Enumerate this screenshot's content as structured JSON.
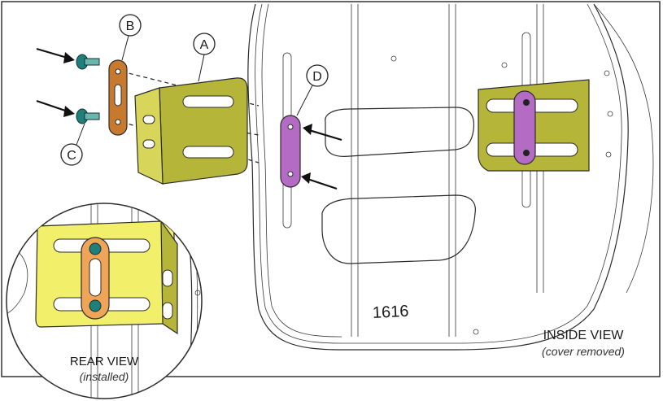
{
  "callouts": {
    "a": "A",
    "b": "B",
    "c": "C",
    "d": "D"
  },
  "part_number": "1616",
  "views": {
    "rear_title": "REAR VIEW",
    "rear_subtitle": "(installed)",
    "inside_title": "INSIDE VIEW",
    "inside_subtitle": "(cover removed)"
  },
  "colors": {
    "bracket_olive": "#b5b53a",
    "bracket_yellow": "#f2ef6a",
    "plate_copper": "#c77a2e",
    "plate_orange": "#f0a458",
    "plate_purple": "#b36bc4",
    "screw_teal": "#1f7f7a"
  }
}
